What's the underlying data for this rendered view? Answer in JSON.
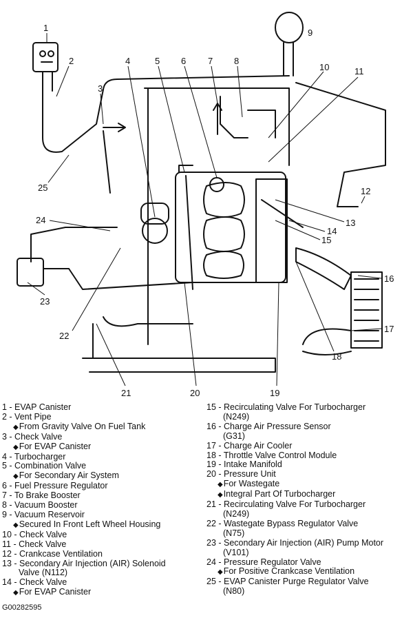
{
  "callouts": [
    "1",
    "2",
    "3",
    "4",
    "5",
    "6",
    "7",
    "8",
    "9",
    "10",
    "11",
    "12",
    "13",
    "14",
    "15",
    "16",
    "17",
    "18",
    "19",
    "20",
    "21",
    "22",
    "23",
    "24",
    "25"
  ],
  "legend_left": [
    {
      "text": "1 - EVAP Canister",
      "kind": "main"
    },
    {
      "text": "2 - Vent Pipe",
      "kind": "main"
    },
    {
      "text": "From Gravity Valve On Fuel Tank",
      "kind": "sub"
    },
    {
      "text": "3 - Check Valve",
      "kind": "main"
    },
    {
      "text": "For EVAP Canister",
      "kind": "sub"
    },
    {
      "text": "4 - Turbocharger",
      "kind": "main"
    },
    {
      "text": "5 - Combination Valve",
      "kind": "main"
    },
    {
      "text": "For Secondary Air System",
      "kind": "sub"
    },
    {
      "text": "6 - Fuel Pressure Regulator",
      "kind": "main"
    },
    {
      "text": "7 - To Brake Booster",
      "kind": "main"
    },
    {
      "text": "8 - Vacuum Booster",
      "kind": "main"
    },
    {
      "text": "9 - Vacuum Reservoir",
      "kind": "main"
    },
    {
      "text": "Secured In Front Left Wheel Housing",
      "kind": "sub"
    },
    {
      "text": "10 - Check Valve",
      "kind": "main"
    },
    {
      "text": "11 - Check Valve",
      "kind": "main"
    },
    {
      "text": "12 - Crankcase Ventilation",
      "kind": "main"
    },
    {
      "text": "13 - Secondary Air Injection (AIR) Solenoid",
      "kind": "main"
    },
    {
      "text": "Valve (N112)",
      "kind": "cont"
    },
    {
      "text": "14 - Check Valve",
      "kind": "main"
    },
    {
      "text": "For EVAP Canister",
      "kind": "sub"
    }
  ],
  "legend_right": [
    {
      "text": "15 - Recirculating Valve For Turbocharger",
      "kind": "main"
    },
    {
      "text": "(N249)",
      "kind": "cont"
    },
    {
      "text": "16 - Charge Air Pressure Sensor",
      "kind": "main"
    },
    {
      "text": "(G31)",
      "kind": "cont"
    },
    {
      "text": "17 - Charge Air Cooler",
      "kind": "main"
    },
    {
      "text": "18 - Throttle Valve Control Module",
      "kind": "main"
    },
    {
      "text": "19 - Intake Manifold",
      "kind": "main"
    },
    {
      "text": "20 - Pressure Unit",
      "kind": "main"
    },
    {
      "text": "For Wastegate",
      "kind": "sub"
    },
    {
      "text": "Integral Part Of Turbocharger",
      "kind": "sub"
    },
    {
      "text": "21 - Recirculating Valve For Turbocharger",
      "kind": "main"
    },
    {
      "text": "(N249)",
      "kind": "cont"
    },
    {
      "text": "22 - Wastegate Bypass Regulator Valve",
      "kind": "main"
    },
    {
      "text": "(N75)",
      "kind": "cont"
    },
    {
      "text": "23 - Secondary Air Injection (AIR) Pump Motor",
      "kind": "main"
    },
    {
      "text": "(V101)",
      "kind": "cont"
    },
    {
      "text": "24 - Pressure Regulator Valve",
      "kind": "main"
    },
    {
      "text": "For Positive Crankcase Ventilation",
      "kind": "sub"
    },
    {
      "text": "25 - EVAP Canister Purge Regulator Valve",
      "kind": "main"
    },
    {
      "text": "(N80)",
      "kind": "cont"
    }
  ],
  "figure_code": "G00282595"
}
